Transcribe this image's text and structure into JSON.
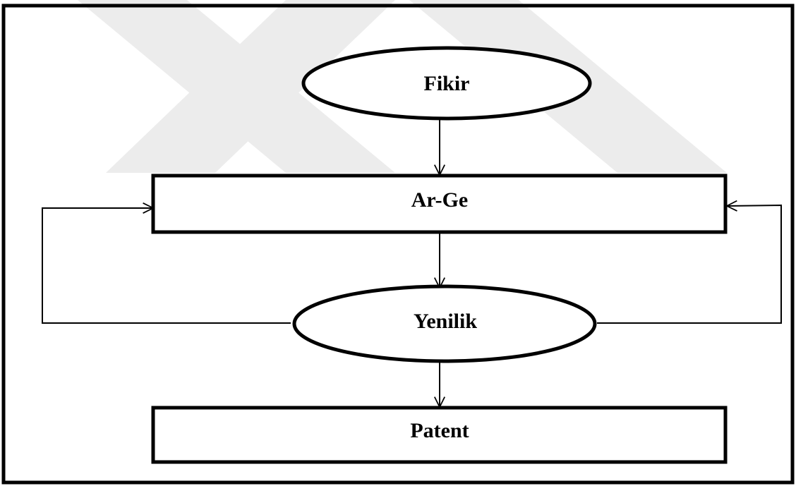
{
  "nodes": {
    "fikir": {
      "label": "Fikir"
    },
    "arge": {
      "label": "Ar-Ge"
    },
    "yenilik": {
      "label": "Yenilik"
    },
    "patent": {
      "label": "Patent"
    }
  },
  "colors": {
    "stroke": "#000000",
    "background": "#ffffff",
    "watermark": "#e9e9e9"
  }
}
